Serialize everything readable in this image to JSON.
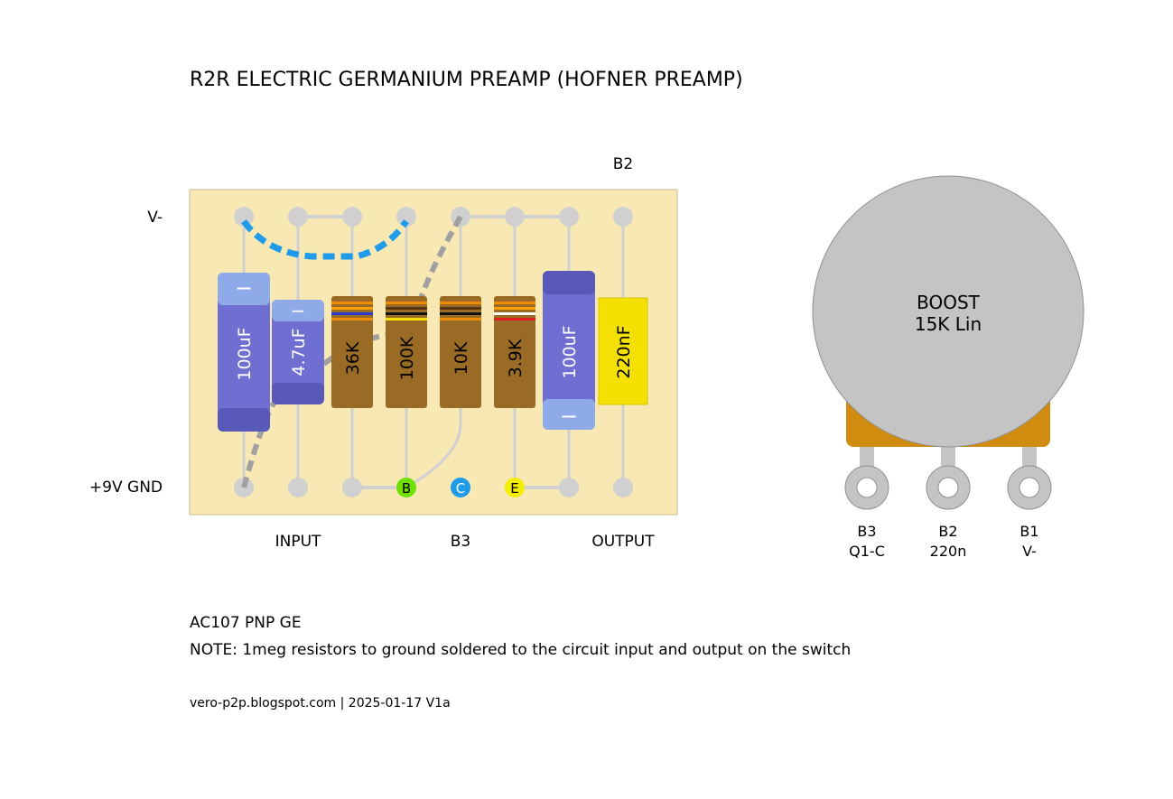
{
  "title": "R2R ELECTRIC GERMANIUM PREAMP (HOFNER PREAMP)",
  "labels": {
    "b2_top": "B2",
    "v_minus": "V-",
    "gnd": "+9V GND",
    "input": "INPUT",
    "b3": "B3",
    "output": "OUTPUT"
  },
  "components": {
    "c1": "100uF",
    "c2": "4.7uF",
    "r1": "36K",
    "r2": "100K",
    "r3": "10K",
    "r4": "3.9K",
    "c3": "100uF",
    "c4": "220nF",
    "cap_polarity": "−"
  },
  "transistor": {
    "base": "B",
    "collector": "C",
    "emitter": "E"
  },
  "pot": {
    "name": "BOOST",
    "value": "15K Lin",
    "lugs": [
      {
        "line1": "B3",
        "line2": "Q1-C"
      },
      {
        "line1": "B2",
        "line2": "220n"
      },
      {
        "line1": "B1",
        "line2": "V-"
      }
    ]
  },
  "notes": {
    "transistor_type": "AC107 PNP GE",
    "note": "NOTE:  1meg resistors to ground soldered to the circuit input and output on the switch"
  },
  "footer": "vero-p2p.blogspot.com  |  2025-01-17 V1a",
  "colors": {
    "board": "#f8e9b4",
    "electrolytic": "#6f6fd2",
    "electrolytic_light": "#8faae8",
    "resistor": "#9a6b25",
    "film_cap": "#f4e003",
    "pot_body": "#c4c4c4",
    "pot_base": "#d08c0e",
    "base_dot": "#6fe000",
    "collector_dot": "#1f9bea",
    "emitter_dot": "#f2f000",
    "jumper": "#1f9bea"
  }
}
